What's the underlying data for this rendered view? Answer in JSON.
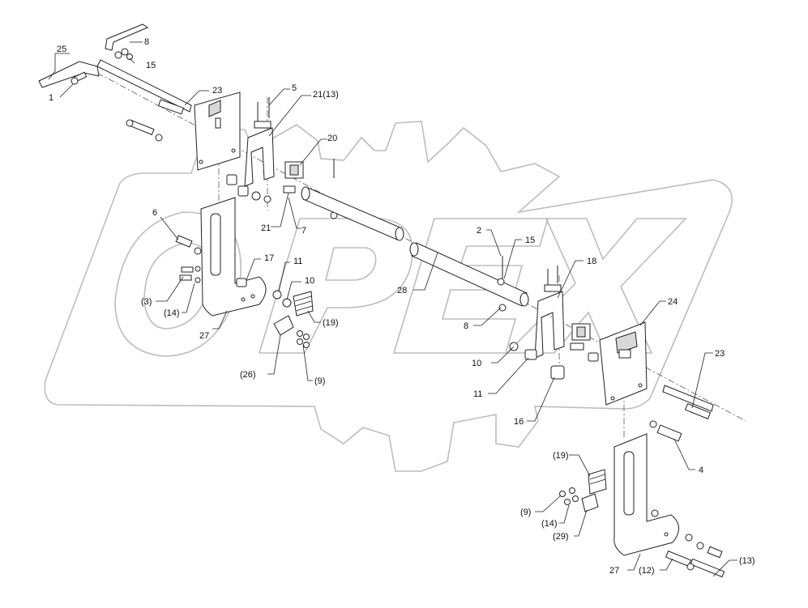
{
  "watermark": {
    "text": "OPEX"
  },
  "corner_mark": "",
  "callouts": [
    {
      "id": "c25",
      "text": "25"
    },
    {
      "id": "c8a",
      "text": "8"
    },
    {
      "id": "c15a",
      "text": "15"
    },
    {
      "id": "c1",
      "text": "1"
    },
    {
      "id": "c23a",
      "text": "23"
    },
    {
      "id": "c5",
      "text": "5"
    },
    {
      "id": "c21_13",
      "text": "21(13)"
    },
    {
      "id": "c20",
      "text": "20"
    },
    {
      "id": "c6",
      "text": "6"
    },
    {
      "id": "c21b",
      "text": "21"
    },
    {
      "id": "c7",
      "text": "7"
    },
    {
      "id": "c17",
      "text": "17"
    },
    {
      "id": "c11a",
      "text": "11"
    },
    {
      "id": "c10a",
      "text": "10"
    },
    {
      "id": "c3",
      "text": "(3)"
    },
    {
      "id": "c14a",
      "text": "(14)"
    },
    {
      "id": "c19a",
      "text": "(19)"
    },
    {
      "id": "c27a",
      "text": "27"
    },
    {
      "id": "c26",
      "text": "(26)"
    },
    {
      "id": "c9a",
      "text": "(9)"
    },
    {
      "id": "c2",
      "text": "2"
    },
    {
      "id": "c15b",
      "text": "15"
    },
    {
      "id": "c18",
      "text": "18"
    },
    {
      "id": "c28",
      "text": "28"
    },
    {
      "id": "c8b",
      "text": "8"
    },
    {
      "id": "c24",
      "text": "24"
    },
    {
      "id": "c10b",
      "text": "10"
    },
    {
      "id": "c11b",
      "text": "11"
    },
    {
      "id": "c16",
      "text": "16"
    },
    {
      "id": "c23b",
      "text": "23"
    },
    {
      "id": "c4",
      "text": "4"
    },
    {
      "id": "c19b",
      "text": "(19)"
    },
    {
      "id": "c9b",
      "text": "(9)"
    },
    {
      "id": "c14b",
      "text": "(14)"
    },
    {
      "id": "c29",
      "text": "(29)"
    },
    {
      "id": "c27b",
      "text": "27"
    },
    {
      "id": "c12",
      "text": "(12)"
    },
    {
      "id": "c13",
      "text": "(13)"
    }
  ]
}
